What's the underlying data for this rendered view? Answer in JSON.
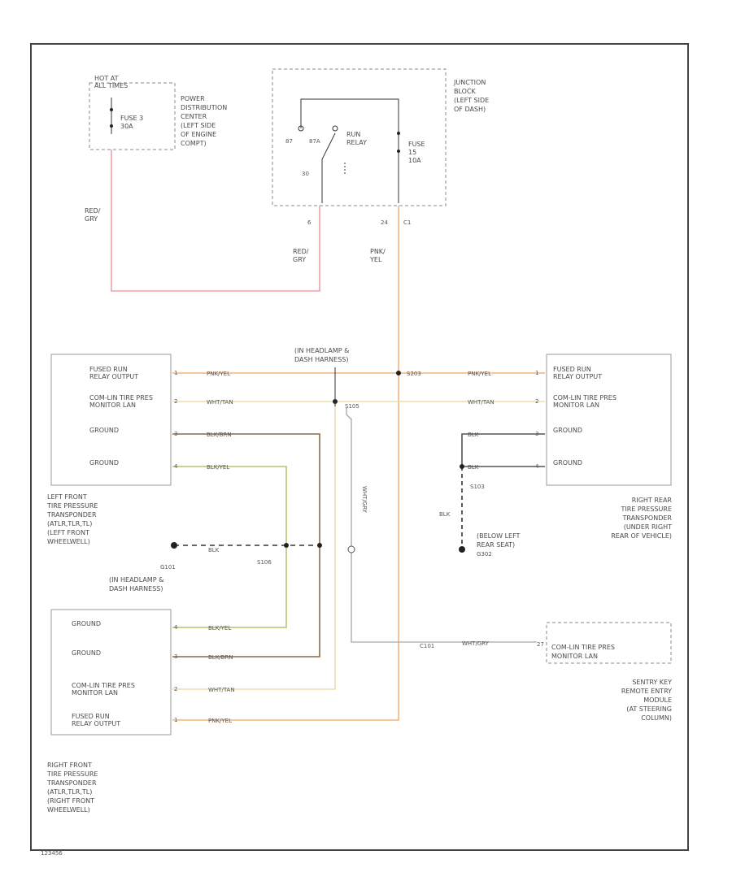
{
  "colors": {
    "red_gry": "#f2a0a8",
    "pnk_yel": "#f7b27a",
    "wht_tan": "#eadfb0",
    "blk_brn": "#8a6a4a",
    "blk_yel": "#b8c46a",
    "blk": "#555555",
    "wht_gry": "#b5b5b5"
  },
  "pdc": {
    "hot_label": "HOT AT\nALL TIMES",
    "fuse_label": "FUSE 3\n30A",
    "location": "POWER\nDISTRIBUTION\nCENTER\n(LEFT SIDE\nOF ENGINE\nCOMPT)",
    "wire_color": "RED/\nGRY"
  },
  "junction_block": {
    "location": "JUNCTION\nBLOCK\n(LEFT SIDE\nOF DASH)",
    "relay_label": "RUN\nRELAY",
    "fuse_label": "FUSE\n15\n10A",
    "pin_87": "87",
    "pin_87a": "87A",
    "pin_30": "30",
    "pin_left": "6",
    "pin_right": "24",
    "connector": "C1",
    "wire_left": "RED/\nGRY",
    "wire_right": "PNK/\nYEL"
  },
  "harness_top": "(IN HEADLAMP &\nDASH HARNESS)",
  "splices": {
    "s103": "S103",
    "s105": "S105",
    "s106": "S106",
    "s203": "S203",
    "g101": "G101",
    "g302": "G302",
    "c101": "C101"
  },
  "lf_transponder": {
    "pins": [
      "FUSED RUN\nRELAY OUTPUT",
      "COM-LIN TIRE PRES\nMONITOR LAN",
      "GROUND",
      "GROUND"
    ],
    "pin_nums": [
      "1",
      "2",
      "3",
      "4"
    ],
    "wires": [
      "PNK/YEL",
      "WHT/TAN",
      "BLK/BRN",
      "BLK/YEL"
    ],
    "caption": "LEFT FRONT\nTIRE PRESSURE\nTRANSPONDER\n(ATLR,TLR,TL)\n(LEFT FRONT\nWHEELWELL)"
  },
  "rr_transponder": {
    "pins": [
      "FUSED RUN\nRELAY OUTPUT",
      "COM-LIN TIRE PRES\nMONITOR LAN",
      "GROUND",
      "GROUND"
    ],
    "pin_nums": [
      "1",
      "2",
      "3",
      "4"
    ],
    "wires": [
      "PNK/YEL",
      "WHT/TAN",
      "BLK",
      "BLK"
    ],
    "caption": "RIGHT REAR\nTIRE PRESSURE\nTRANSPONDER\n(UNDER RIGHT\nREAR OF VEHICLE)"
  },
  "rf_transponder": {
    "pins": [
      "GROUND",
      "GROUND",
      "COM-LIN TIRE PRES\nMONITOR LAN",
      "FUSED RUN\nRELAY OUTPUT"
    ],
    "pin_nums": [
      "4",
      "3",
      "2",
      "1"
    ],
    "wires": [
      "BLK/YEL",
      "BLK/BRN",
      "WHT/TAN",
      "PNK/YEL"
    ],
    "caption": "RIGHT FRONT\nTIRE PRESSURE\nTRANSPONDER\n(ATLR,TLR,TL)\n(RIGHT FRONT\nWHEELWELL)"
  },
  "ground_left": {
    "wire": "BLK",
    "caption": "(IN HEADLAMP &\nDASH HARNESS)"
  },
  "ground_right": {
    "wire": "BLK",
    "caption": "(BELOW LEFT\nREAR SEAT)"
  },
  "vertical_wire": "WHT/GRY",
  "sentry": {
    "pin_label": "COM-LIN TIRE PRES\nMONITOR LAN",
    "pin_num": "27",
    "wire": "WHT/GRY",
    "caption": "SENTRY KEY\nREMOTE ENTRY\nMODULE\n(AT STEERING\nCOLUMN)"
  },
  "figure_code": "123456"
}
